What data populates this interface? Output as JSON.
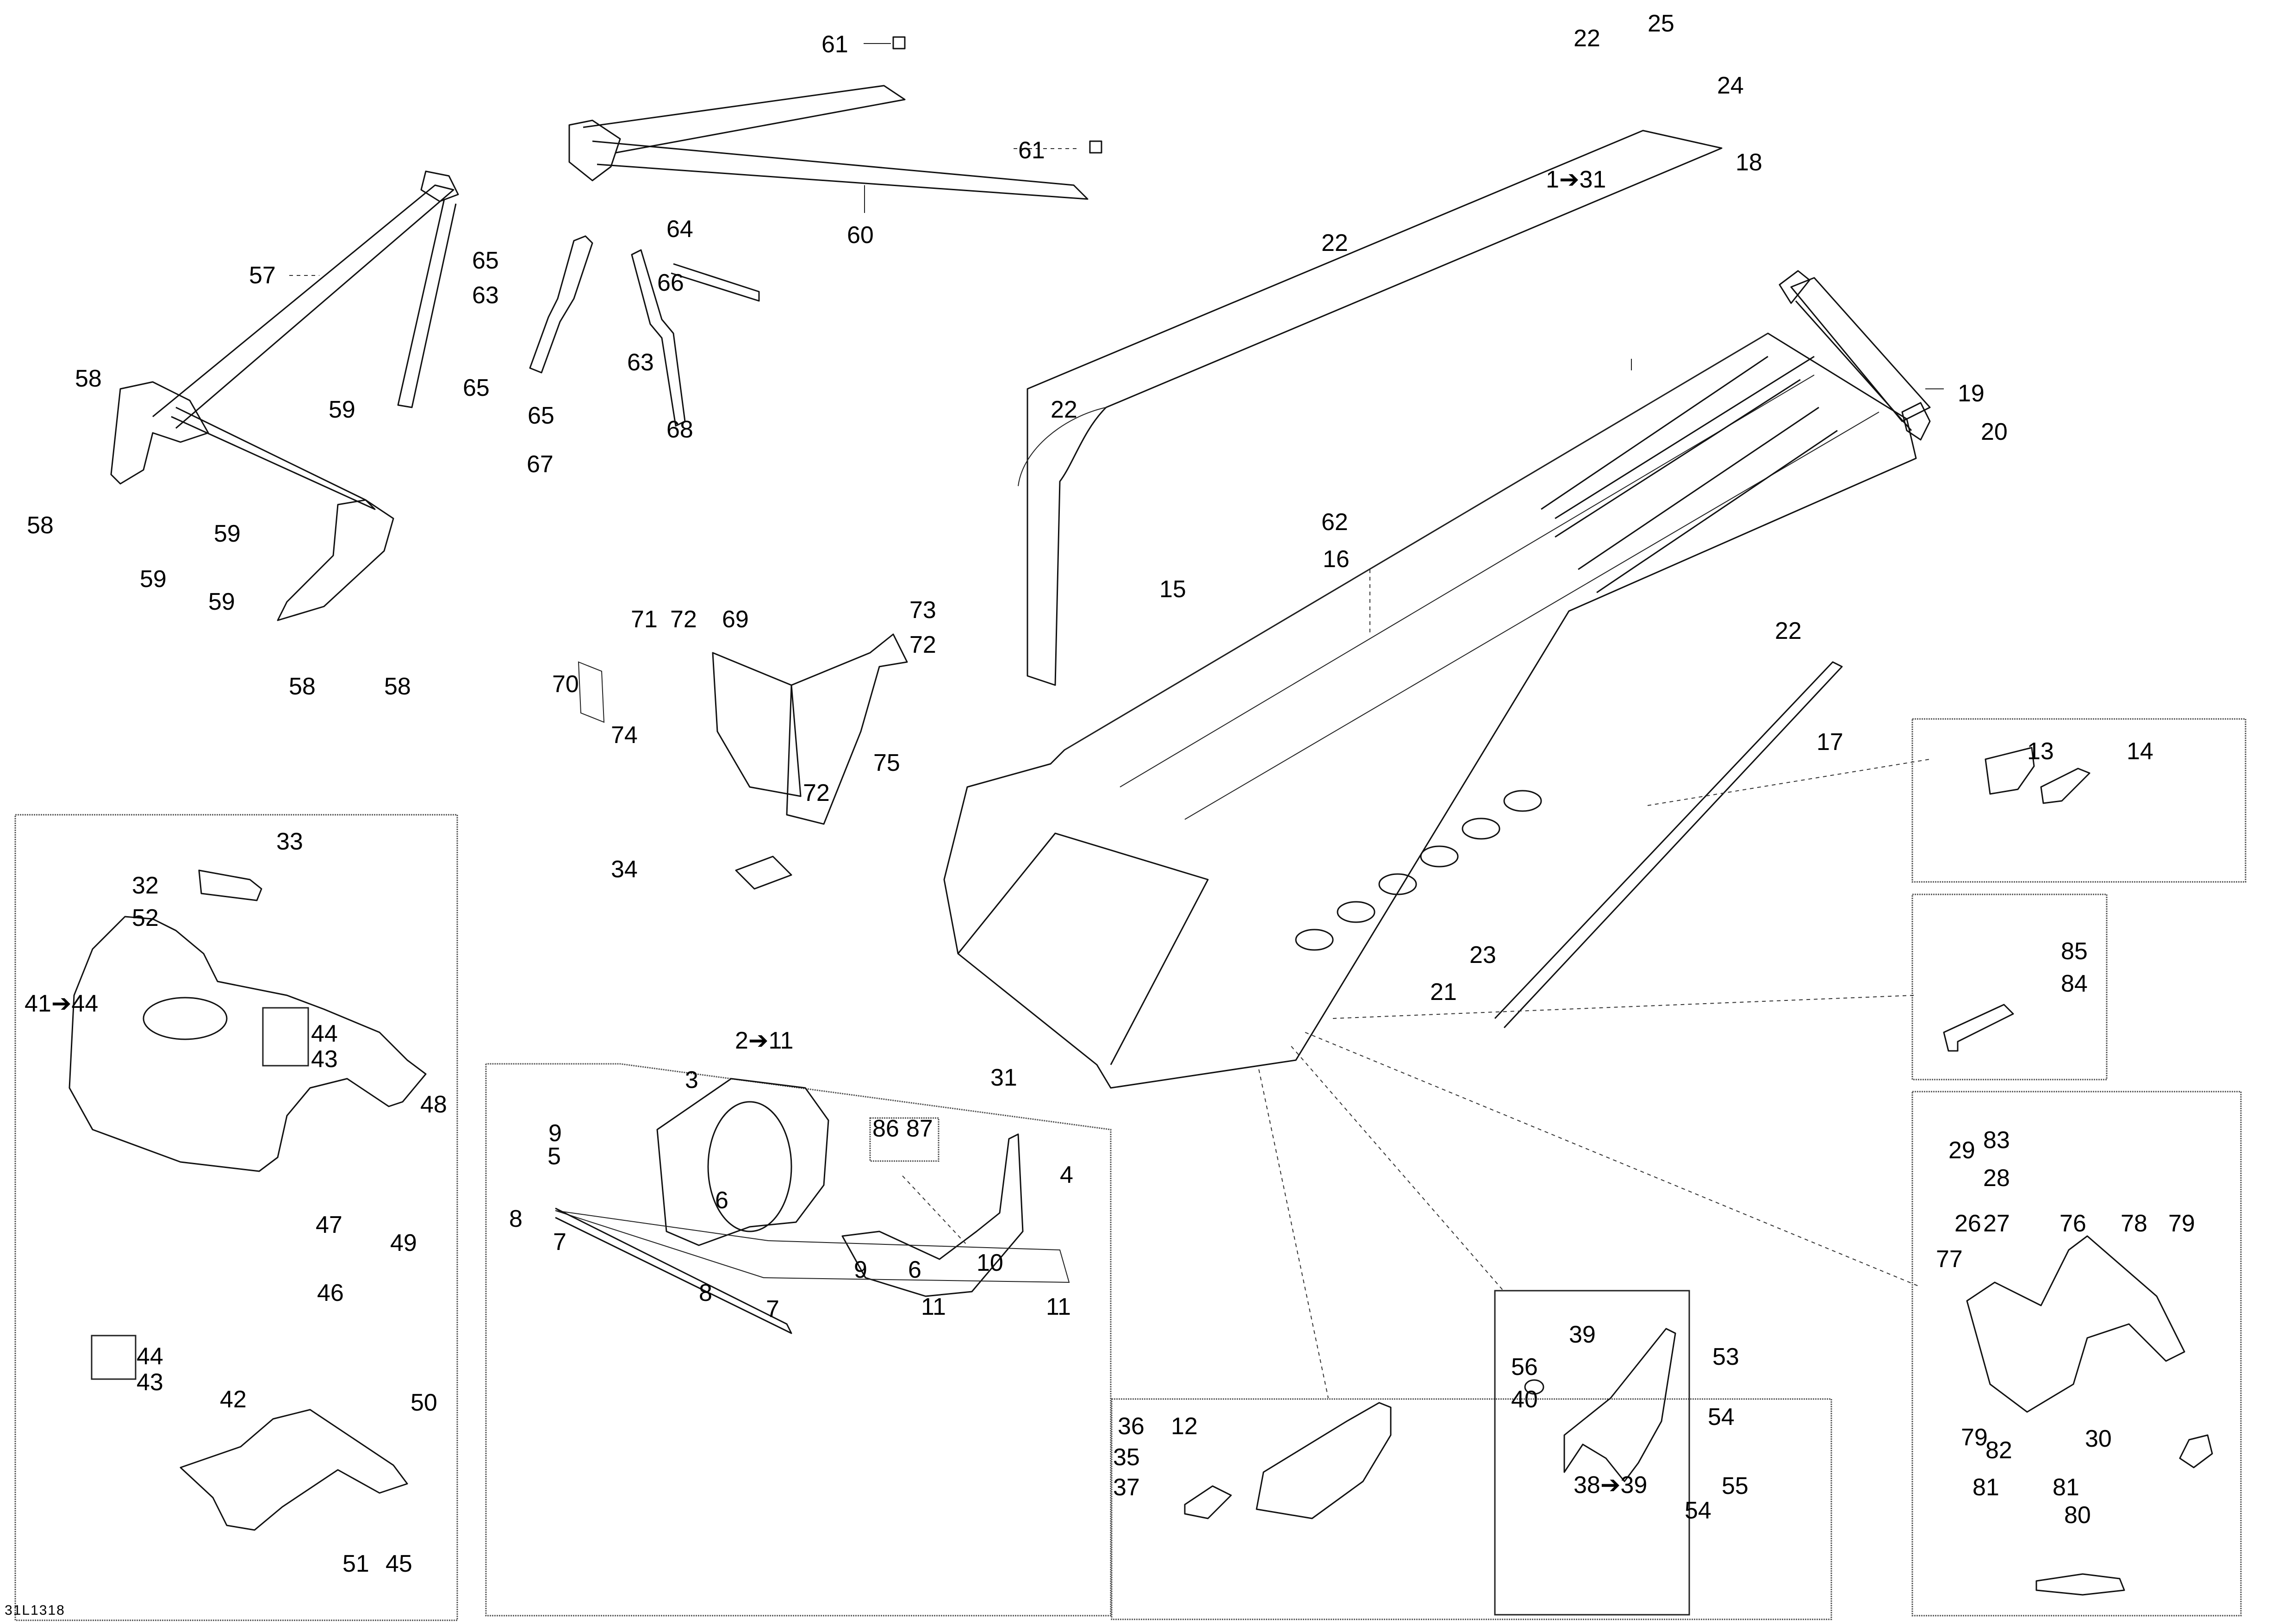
{
  "diagram": {
    "drawing_id": "31L1318",
    "type": "exploded-parts-diagram",
    "callouts": {
      "c61a": "61",
      "c61b": "61",
      "c60": "60",
      "c57": "57",
      "c58a": "58",
      "c58b": "58",
      "c58c": "58",
      "c58d": "58",
      "c59a": "59",
      "c59b": "59",
      "c59c": "59",
      "c59d": "59",
      "c64": "64",
      "c65a": "65",
      "c65b": "65",
      "c65c": "65",
      "c63a": "63",
      "c63b": "63",
      "c66": "66",
      "c67": "67",
      "c68": "68",
      "c22a": "22",
      "c22b": "22",
      "c22c": "22",
      "c22d": "22",
      "c25": "25",
      "c24": "24",
      "c18": "18",
      "c1_31": "1➔31",
      "c19": "19",
      "c20": "20",
      "c62": "62",
      "c16": "16",
      "c15": "15",
      "c17": "17",
      "c71": "71",
      "c72a": "72",
      "c72b": "72",
      "c72c": "72",
      "c73": "73",
      "c69": "69",
      "c70": "70",
      "c74": "74",
      "c75": "75",
      "c34": "34",
      "c23": "23",
      "c21": "21",
      "c31": "31",
      "c13": "13",
      "c14": "14",
      "c85": "85",
      "c84": "84",
      "c33": "33",
      "c32": "32",
      "c52": "52",
      "c41_44": "41➔44",
      "c44a": "44",
      "c43a": "43",
      "c44b": "44",
      "c43b": "43",
      "c48": "48",
      "c47": "47",
      "c49": "49",
      "c46": "46",
      "c42": "42",
      "c50": "50",
      "c51": "51",
      "c45": "45",
      "c2_11": "2➔11",
      "c3": "3",
      "c86": "86",
      "c87": "87",
      "c9a": "9",
      "c9b": "9",
      "c5": "5",
      "c4": "4",
      "c6a": "6",
      "c6b": "6",
      "c8a": "8",
      "c8b": "8",
      "c7a": "7",
      "c7b": "7",
      "c10": "10",
      "c11a": "11",
      "c11b": "11",
      "c36": "36",
      "c12": "12",
      "c35": "35",
      "c37": "37",
      "c39": "39",
      "c56": "56",
      "c53": "53",
      "c40": "40",
      "c54a": "54",
      "c54b": "54",
      "c38_39": "38➔39",
      "c55": "55",
      "c29": "29",
      "c83": "83",
      "c28": "28",
      "c26": "26",
      "c27": "27",
      "c76": "76",
      "c78": "78",
      "c79a": "79",
      "c77": "77",
      "c79b": "79",
      "c82": "82",
      "c30": "30",
      "c81a": "81",
      "c81b": "81",
      "c80": "80"
    },
    "insets": [
      "front-bulkhead-kit-41-44",
      "engine-cradle-kit-2-11",
      "skid-plate-12-37",
      "rear-bracket-38-39",
      "reinforcement-plates-13-14",
      "footrest-84-85",
      "front-support-26-83"
    ]
  }
}
